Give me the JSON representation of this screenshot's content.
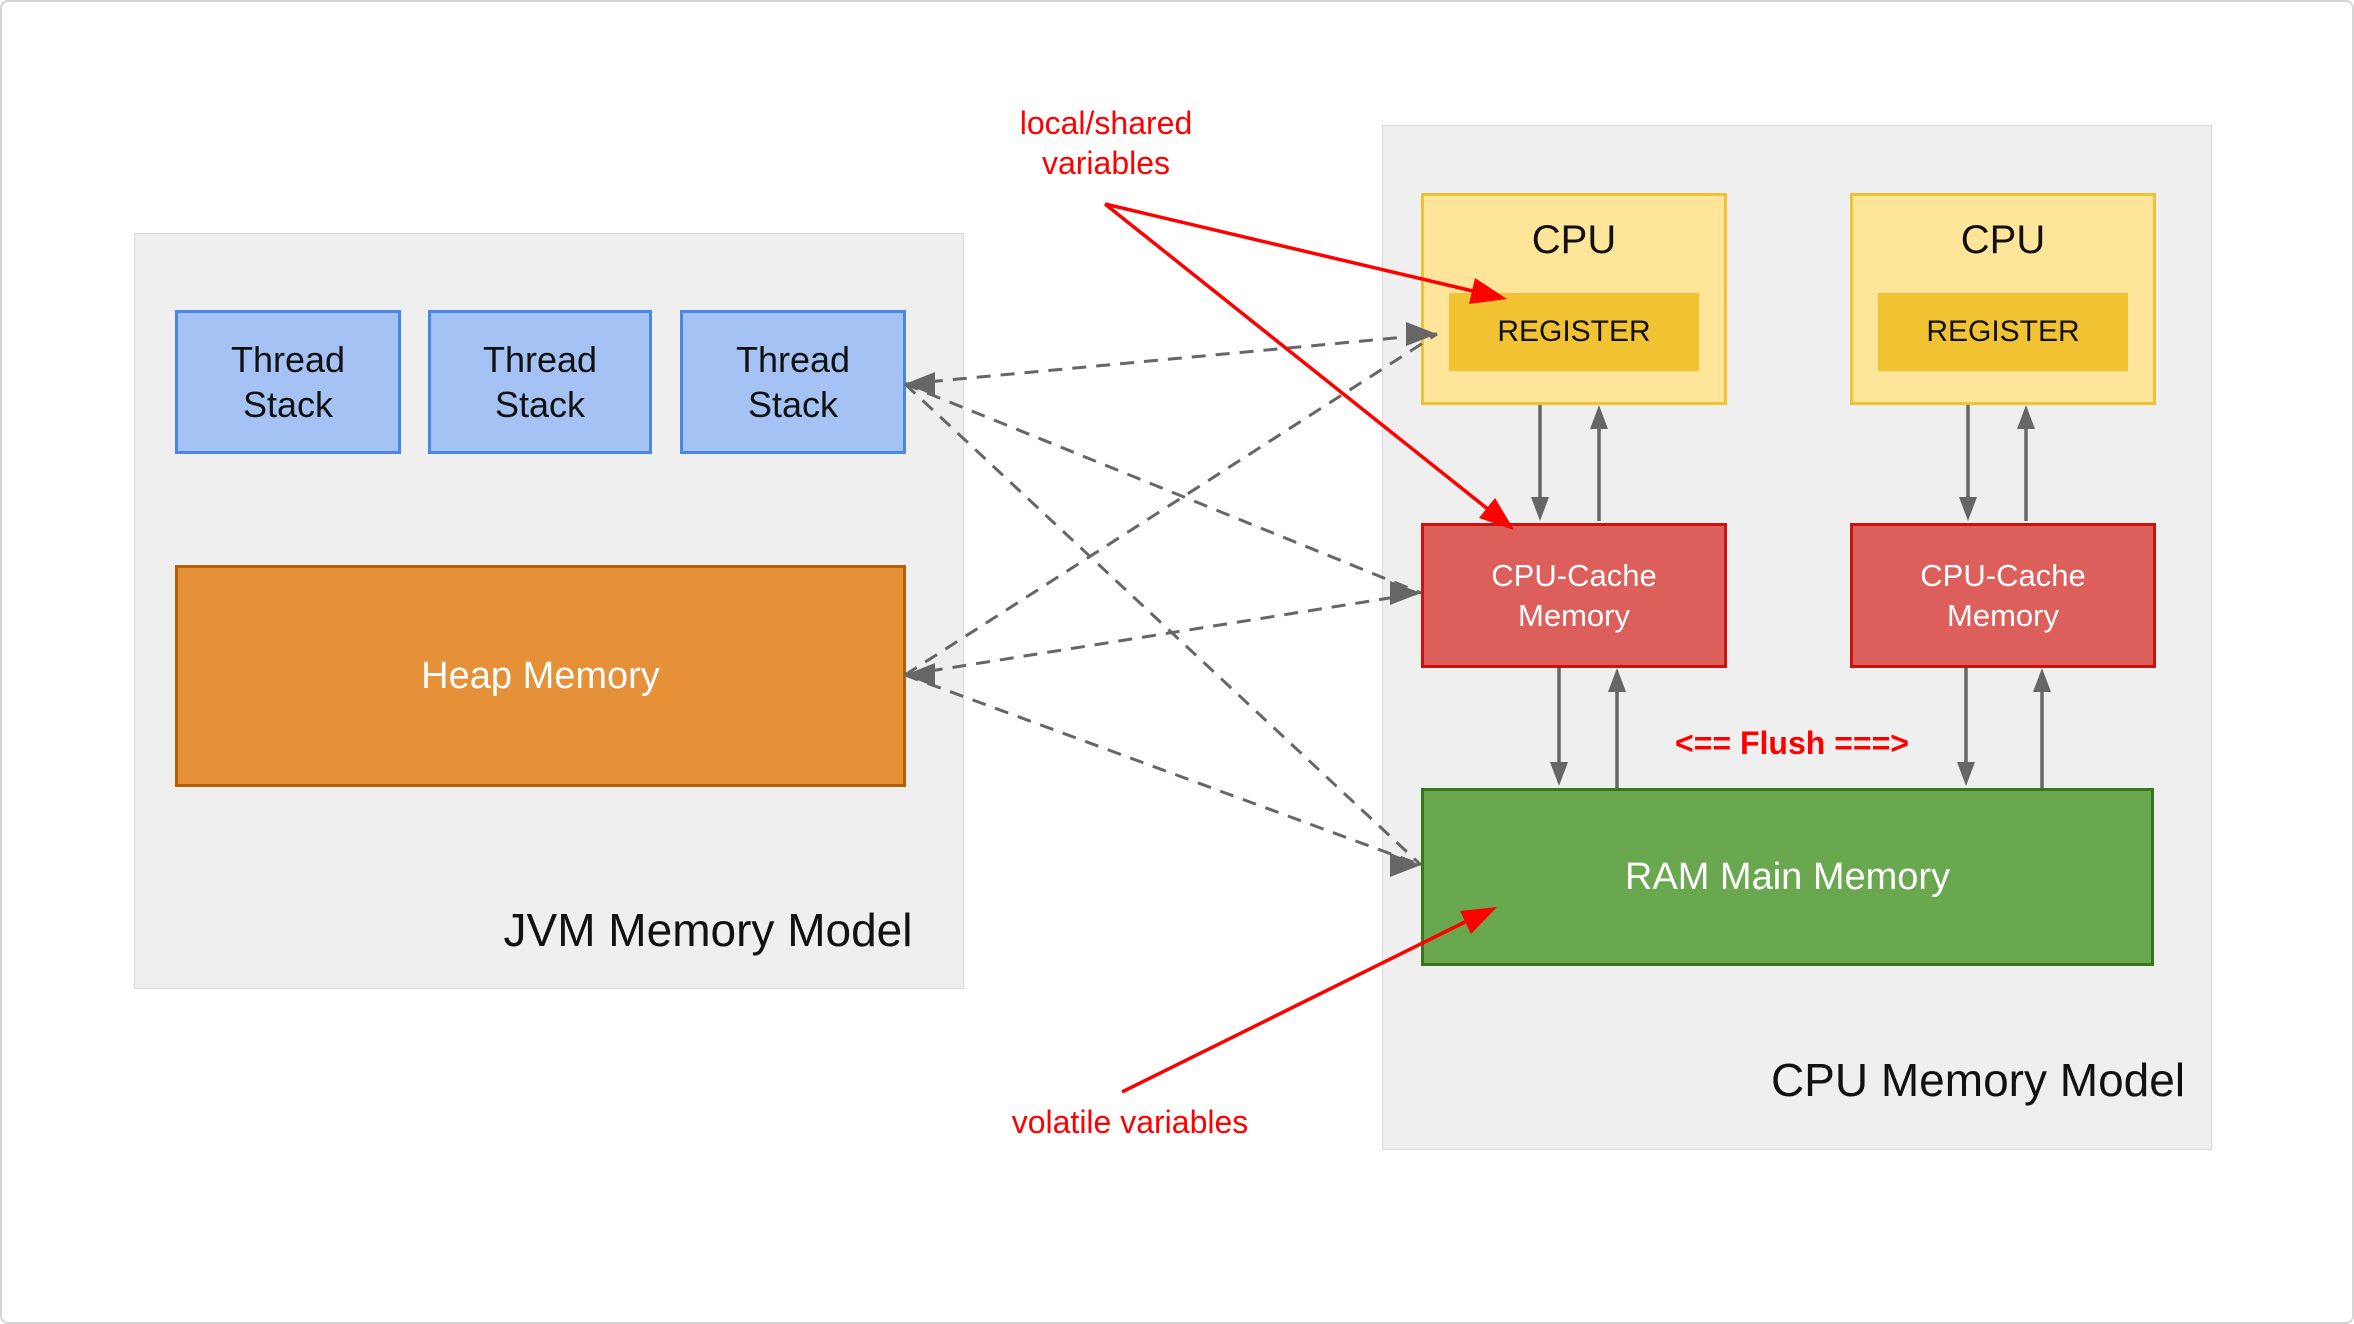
{
  "colors": {
    "canvas_border": "#d5d5d5",
    "panel_fill": "#efefef",
    "panel_border": "#d9d9d9",
    "thread_fill": "#a4c2f4",
    "thread_border": "#4a86e8",
    "heap_fill": "#e69138",
    "heap_border": "#b45f06",
    "cpu_fill": "#ffe599",
    "cpu_border": "#f0c233",
    "register_fill": "#f1c232",
    "cache_fill": "#dd5f5c",
    "cache_border": "#cc1111",
    "ram_fill": "#6aa84f",
    "ram_border": "#38761d",
    "arrow_gray": "#666666",
    "annotation_red": "#ff0000",
    "text_dark": "#111111",
    "text_light": "#ffffff"
  },
  "jvm_panel": {
    "title": "JVM Memory Model",
    "thread_stacks": [
      {
        "label": "Thread Stack"
      },
      {
        "label": "Thread Stack"
      },
      {
        "label": "Thread Stack"
      }
    ],
    "heap": {
      "label": "Heap Memory"
    }
  },
  "cpu_panel": {
    "title": "CPU Memory Model",
    "flush_label": "<== Flush ===>",
    "cpus": [
      {
        "label": "CPU",
        "register_label": "REGISTER",
        "cache_label": "CPU-Cache Memory"
      },
      {
        "label": "CPU",
        "register_label": "REGISTER",
        "cache_label": "CPU-Cache Memory"
      }
    ],
    "ram": {
      "label": "RAM Main Memory"
    }
  },
  "annotations": {
    "local_shared_lines": [
      "local/shared",
      "variables"
    ],
    "volatile": "volatile variables"
  }
}
